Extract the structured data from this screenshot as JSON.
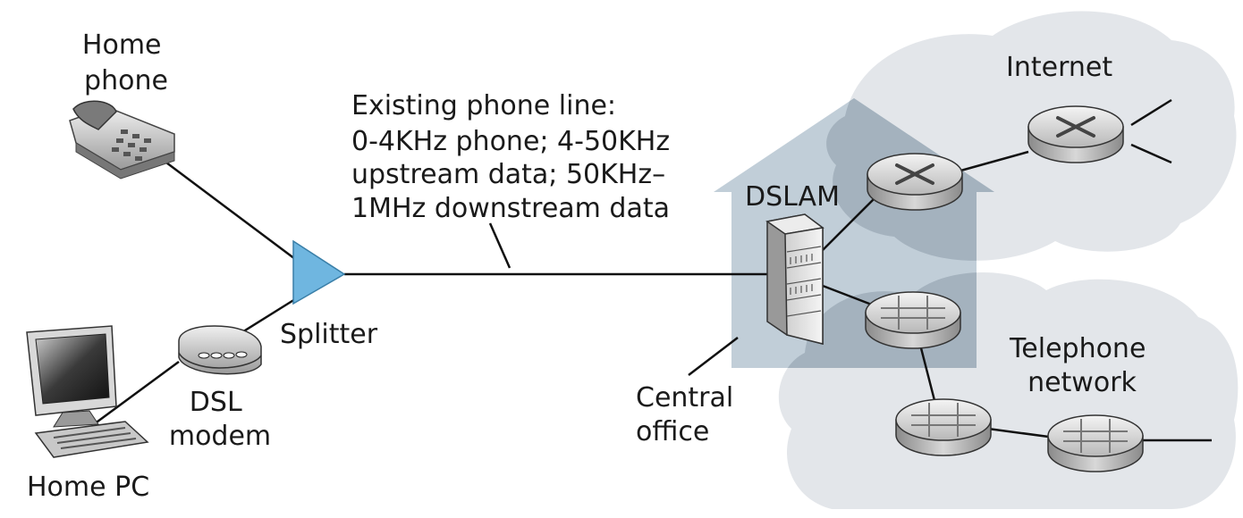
{
  "labels": {
    "home_phone": [
      "Home",
      "phone"
    ],
    "phone_line": [
      "Existing phone line:",
      "0-4KHz phone; 4-50KHz",
      "upstream data; 50KHz–",
      "1MHz downstream data"
    ],
    "internet": "Internet",
    "dslam": "DSLAM",
    "splitter": "Splitter",
    "telephone_network": [
      "Telephone",
      "network"
    ],
    "dsl_modem": [
      "DSL",
      "modem"
    ],
    "central_office": [
      "Central",
      "office"
    ],
    "home_pc": "Home PC"
  },
  "colors": {
    "cloud": "#e3e6ea",
    "cloud_overlap": "#a4b2be",
    "central_office": "#bccad5",
    "splitter": "#6fb6e0",
    "line": "#111111"
  }
}
